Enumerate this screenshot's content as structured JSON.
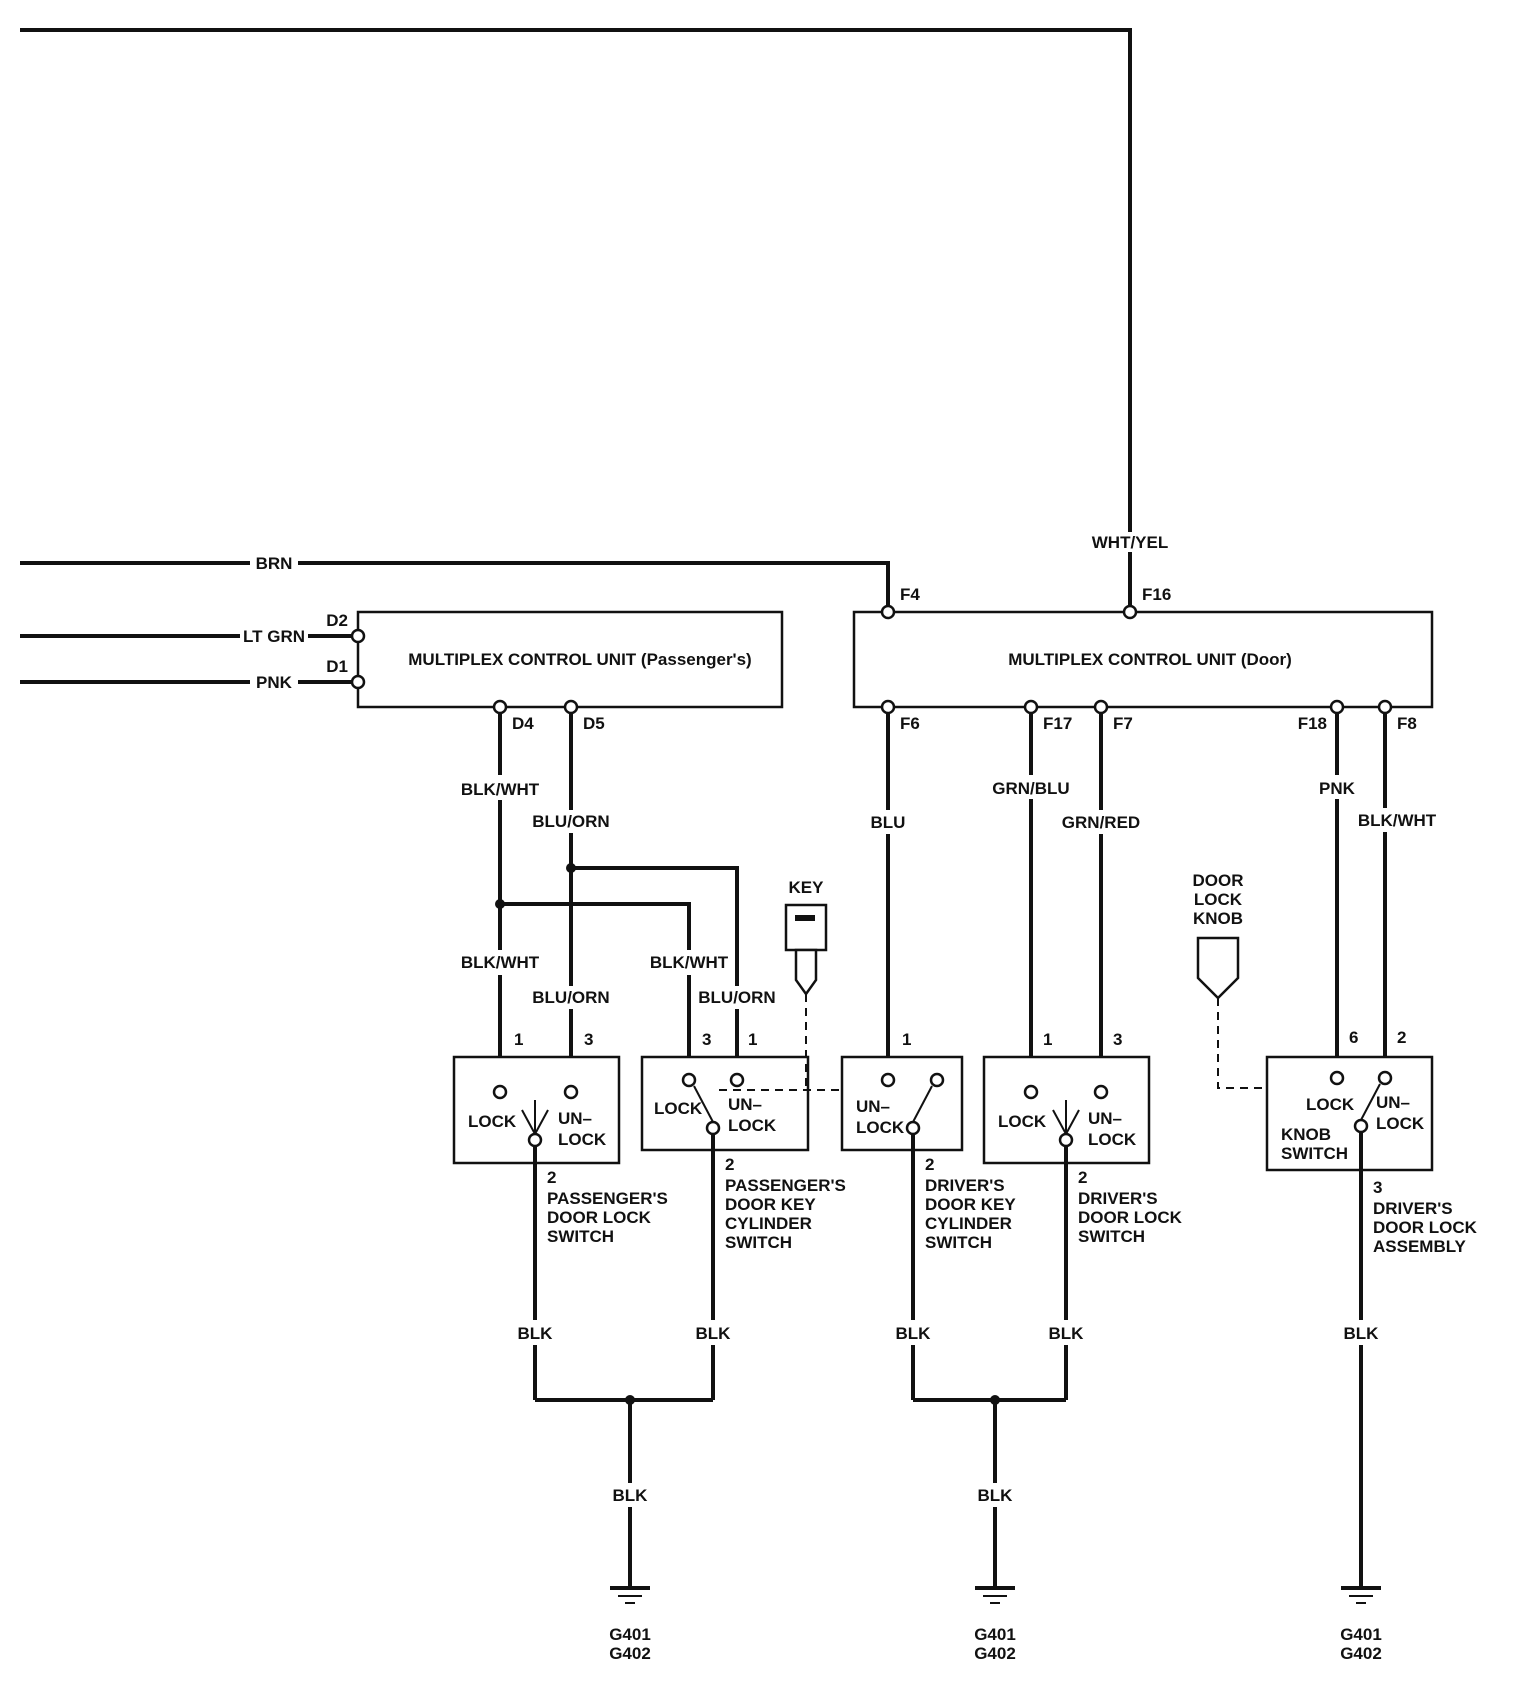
{
  "units": {
    "passenger_mcu": "MULTIPLEX CONTROL UNIT (Passenger's)",
    "door_mcu": "MULTIPLEX CONTROL UNIT (Door)"
  },
  "pins": {
    "d2": "D2",
    "d1": "D1",
    "d4": "D4",
    "d5": "D5",
    "f4": "F4",
    "f16": "F16",
    "f6": "F6",
    "f17": "F17",
    "f7": "F7",
    "f18": "F18",
    "f8": "F8"
  },
  "wires": {
    "brn": "BRN",
    "lt_grn": "LT GRN",
    "pnk": "PNK",
    "wht_yel": "WHT/YEL",
    "blk_wht": "BLK/WHT",
    "blu_orn": "BLU/ORN",
    "blu": "BLU",
    "grn_blu": "GRN/BLU",
    "grn_red": "GRN/RED",
    "blk": "BLK"
  },
  "terminals": {
    "t1": "1",
    "t2": "2",
    "t3": "3",
    "t6": "6"
  },
  "switch_labels": {
    "lock": "LOCK",
    "un": "UN–",
    "lock2": "LOCK"
  },
  "components": {
    "key": "KEY",
    "door_lock_knob": [
      "DOOR",
      "LOCK",
      "KNOB"
    ],
    "passenger_door_lock_switch": [
      "PASSENGER'S",
      "DOOR LOCK",
      "SWITCH"
    ],
    "passenger_key_cylinder_switch": [
      "PASSENGER'S",
      "DOOR KEY",
      "CYLINDER",
      "SWITCH"
    ],
    "driver_key_cylinder_switch": [
      "DRIVER'S",
      "DOOR KEY",
      "CYLINDER",
      "SWITCH"
    ],
    "driver_door_lock_switch": [
      "DRIVER'S",
      "DOOR LOCK",
      "SWITCH"
    ],
    "knob_switch": [
      "KNOB",
      "SWITCH"
    ],
    "driver_door_lock_assembly": [
      "DRIVER'S",
      "DOOR LOCK",
      "ASSEMBLY"
    ]
  },
  "grounds": {
    "g401": "G401",
    "g402": "G402"
  }
}
